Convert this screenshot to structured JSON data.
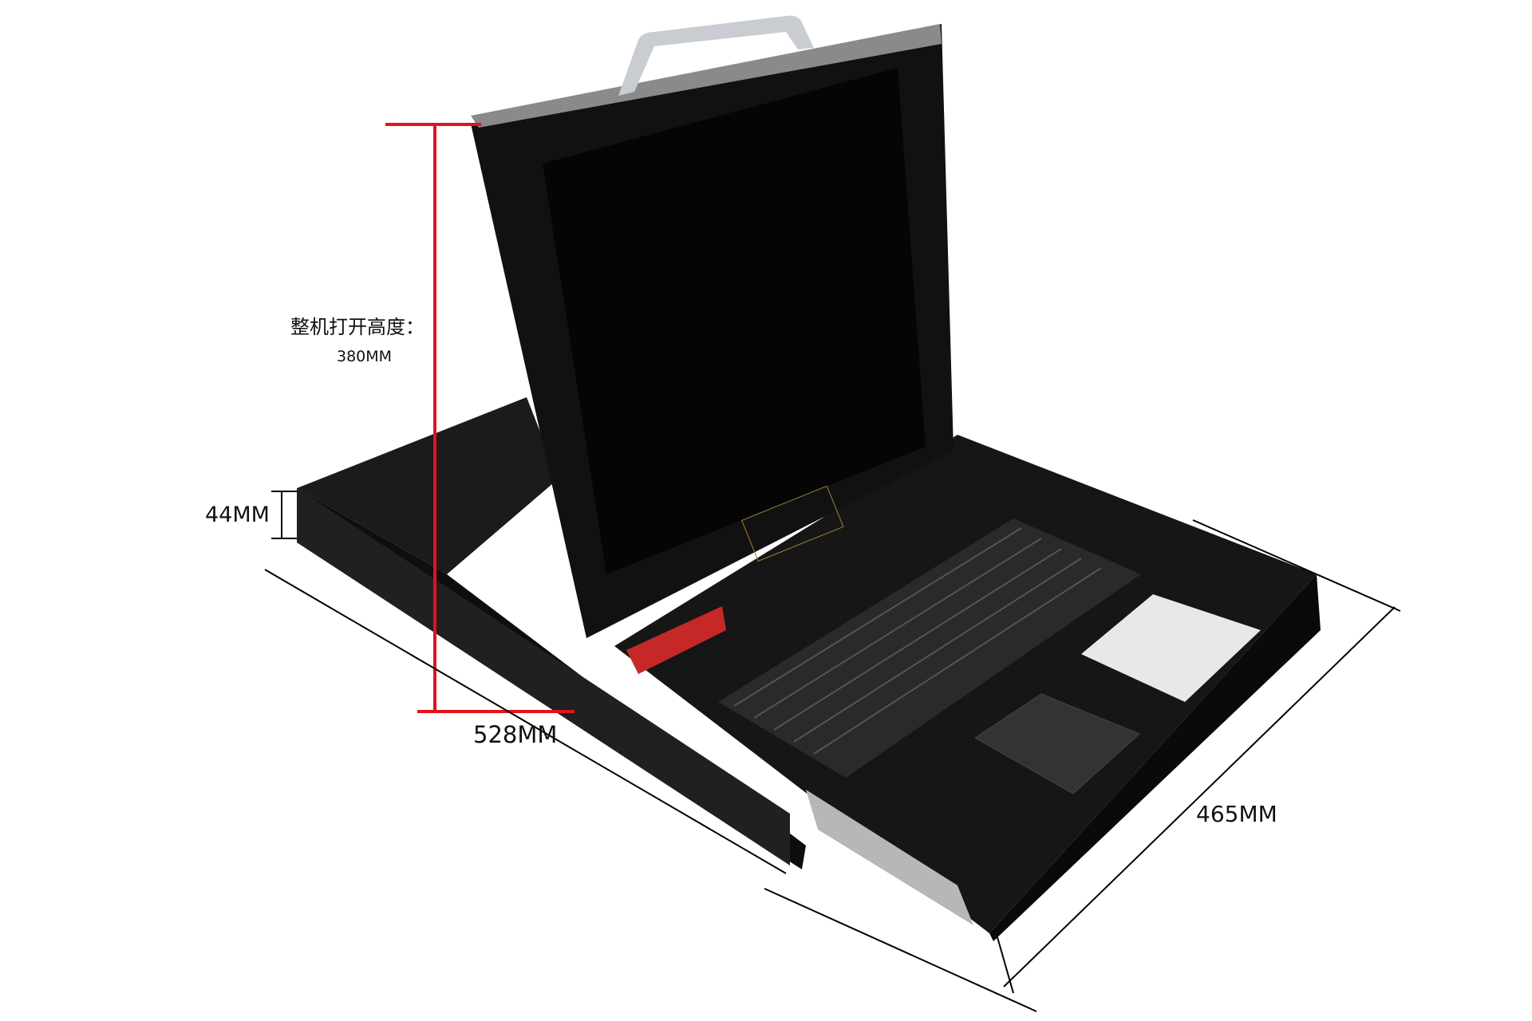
{
  "annotations": {
    "open_height_label": "整机打开高度：",
    "open_height_value": "380MM",
    "unit_height": "44MM",
    "depth": "528MM",
    "width": "465MM"
  },
  "colors": {
    "dimension_line_red": "#e0141e",
    "dimension_line_black": "#000000",
    "chassis": "#141414"
  }
}
